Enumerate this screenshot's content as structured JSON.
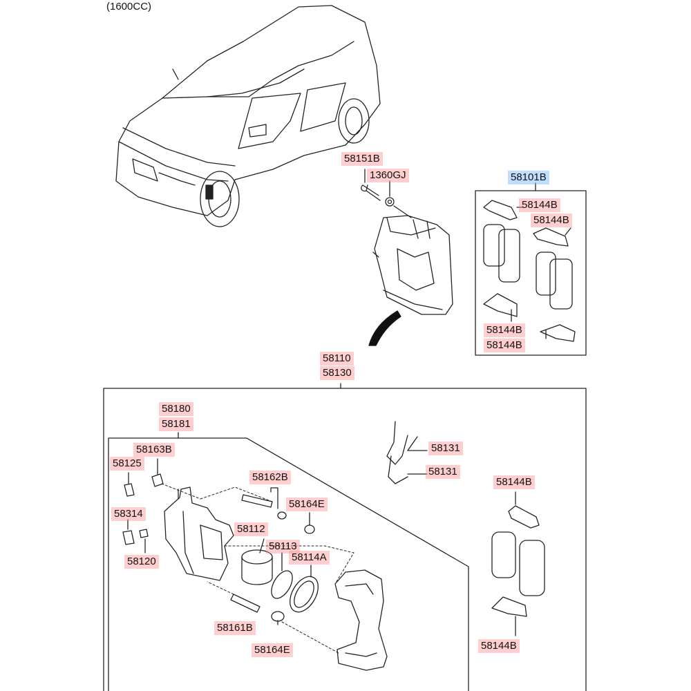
{
  "header": {
    "engine_note": "(1600CC)"
  },
  "colors": {
    "part_highlight": "#ff8c8c",
    "assembly_highlight": "#6eb4ff",
    "line": "#222222"
  },
  "labels": {
    "bolt_top": "58151B",
    "nut_top": "1360GJ",
    "pad_kit": "58101B",
    "kit_clip_1": "58144B",
    "kit_clip_2": "58144B",
    "kit_clip_3": "58144B",
    "kit_clip_4": "58144B",
    "caliper_assy_1": "58110",
    "caliper_assy_2": "58130",
    "carrier_1": "58180",
    "carrier_2": "58181",
    "guide_bolt_top": "58163B",
    "bleeder_cap": "58125",
    "boot_set": "58162B",
    "boot_1": "58164E",
    "sub_item": "58314",
    "bleeder_screw": "58120",
    "piston": "58112",
    "seal_1": "58113",
    "seal_2": "58114A",
    "spring_1": "58131",
    "spring_2": "58131",
    "right_clip_top": "58144B",
    "right_clip_bottom": "58144B",
    "guide_bolt_bottom": "58161B",
    "boot_2": "58164E"
  }
}
